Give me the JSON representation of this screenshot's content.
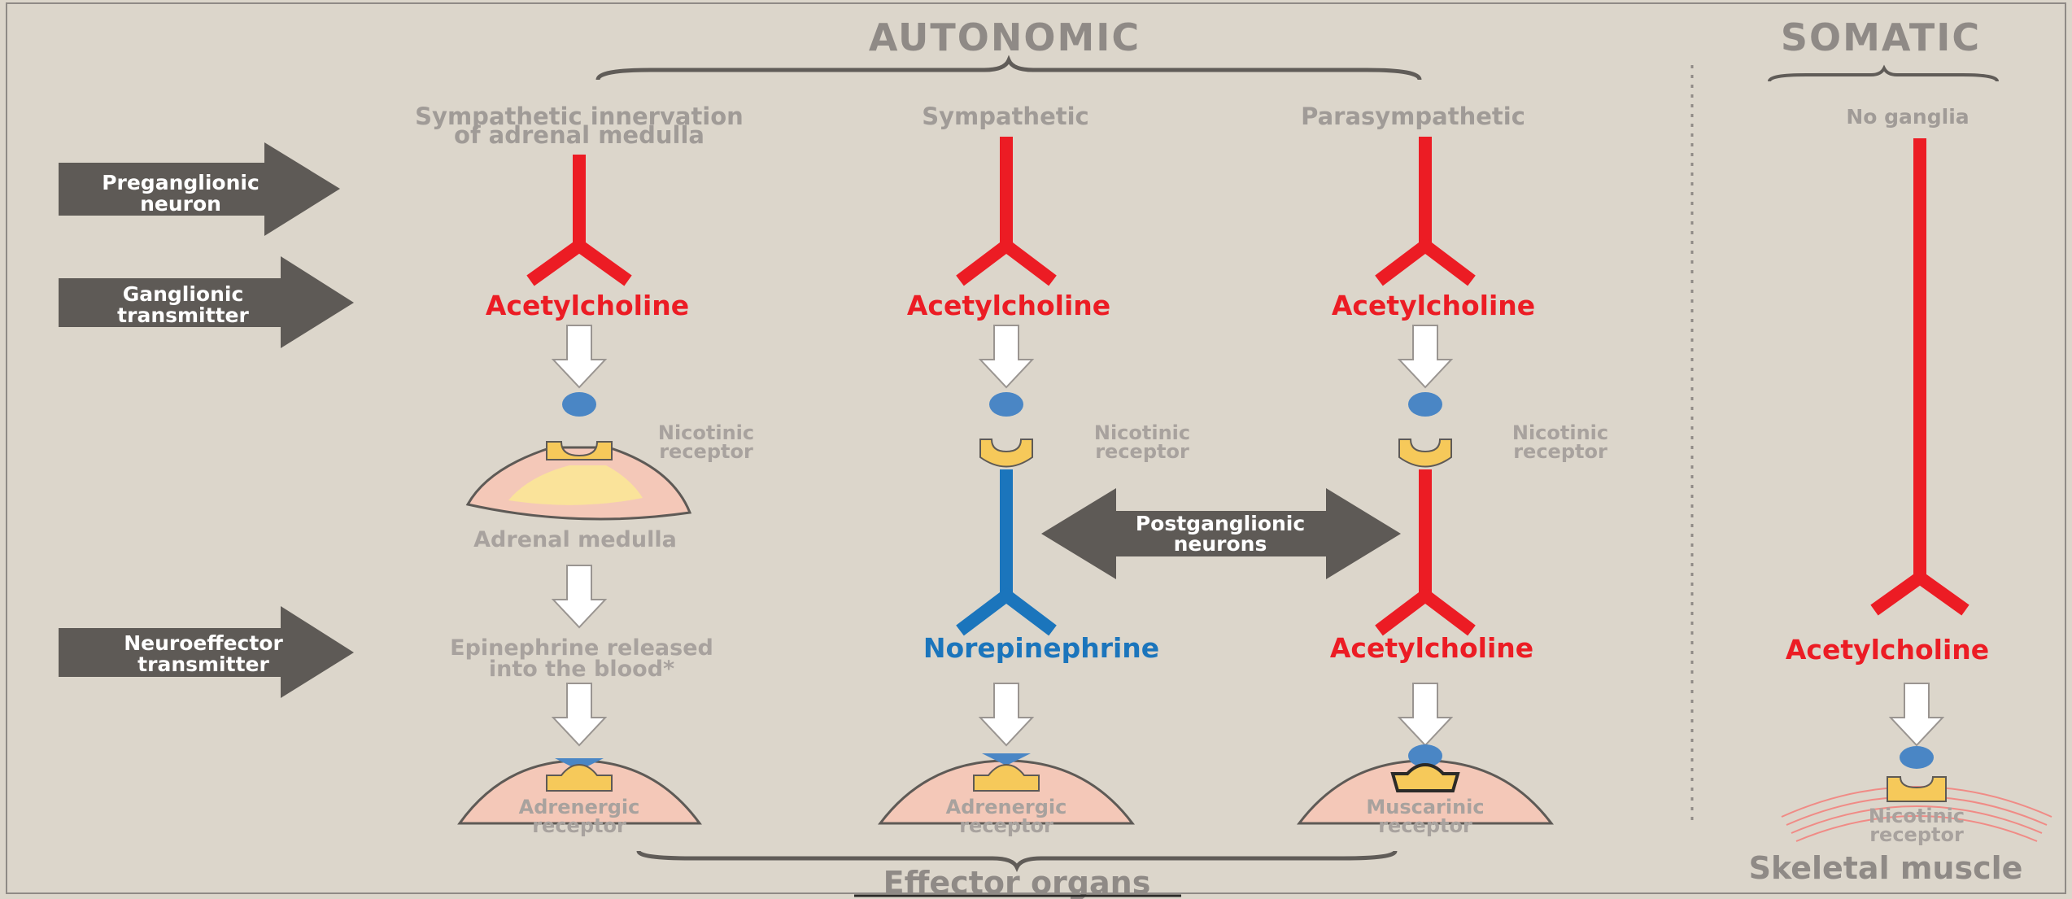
{
  "headers": {
    "autonomic": "AUTONOMIC",
    "somatic": "SOMATIC",
    "effector_organs": "Effector organs",
    "skeletal_muscle": "Skeletal muscle"
  },
  "columns": [
    {
      "title_line1": "Sympathetic innervation",
      "title_line2": "of adrenal medulla",
      "ganglionic_transmitter": "Acetylcholine",
      "ganglionic_receptor_line1": "Nicotinic",
      "ganglionic_receptor_line2": "receptor",
      "organ": "Adrenal medulla",
      "release_line1": "Epinephrine released",
      "release_line2": "into the blood*",
      "effector_receptor_line1": "Adrenergic",
      "effector_receptor_line2": "receptor"
    },
    {
      "title": "Sympathetic",
      "ganglionic_transmitter": "Acetylcholine",
      "ganglionic_receptor_line1": "Nicotinic",
      "ganglionic_receptor_line2": "receptor",
      "neuroeffector_transmitter": "Norepinephrine",
      "effector_receptor_line1": "Adrenergic",
      "effector_receptor_line2": "receptor"
    },
    {
      "title": "Parasympathetic",
      "ganglionic_transmitter": "Acetylcholine",
      "ganglionic_receptor_line1": "Nicotinic",
      "ganglionic_receptor_line2": "receptor",
      "neuroeffector_transmitter": "Acetylcholine",
      "effector_receptor_line1": "Muscarinic",
      "effector_receptor_line2": "receptor"
    },
    {
      "title": "No ganglia",
      "neuroeffector_transmitter": "Acetylcholine",
      "effector_receptor_line1": "Nicotinic",
      "effector_receptor_line2": "receptor"
    }
  ],
  "side_labels": {
    "preganglionic_line1": "Preganglionic",
    "preganglionic_line2": "neuron",
    "ganglionic_line1": "Ganglionic",
    "ganglionic_line2": "transmitter",
    "neuroeffector_line1": "Neuroeffector",
    "neuroeffector_line2": "transmitter"
  },
  "postganglionic_line1": "Postganglionic",
  "postganglionic_line2": "neurons",
  "colors": {
    "background": "#dcd6cb",
    "acetylcholine_red": "#ec1c24",
    "norepinephrine_blue": "#1b75bc",
    "receptor_yellow": "#f6c95a",
    "tissue_pink": "#f4c8b8",
    "label_arrow": "#5e5a56"
  }
}
